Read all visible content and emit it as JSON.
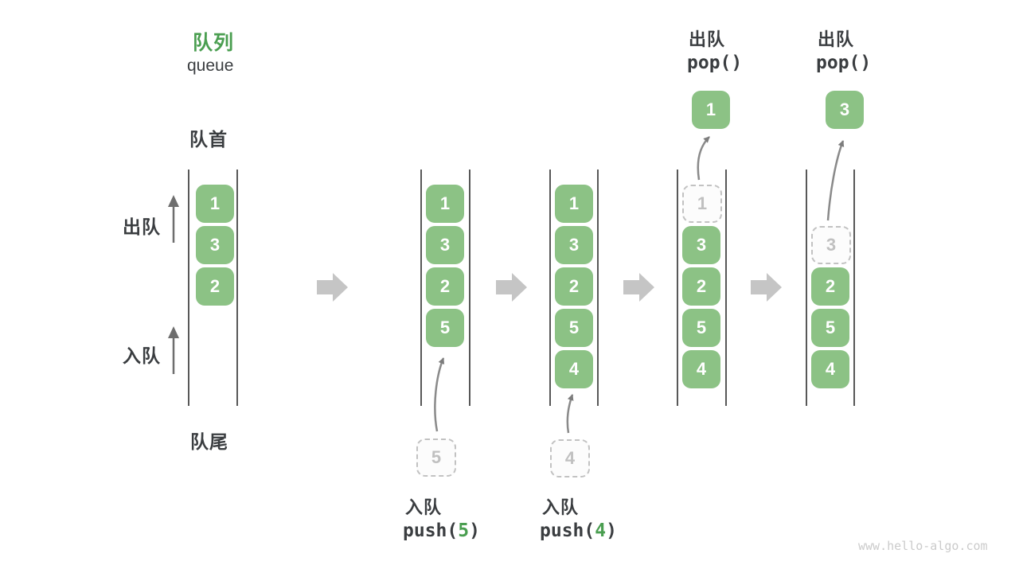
{
  "header": {
    "title_zh": "队列",
    "title_en": "queue"
  },
  "side_labels": {
    "front": "队首",
    "rear": "队尾",
    "dequeue": "出队",
    "enqueue": "入队"
  },
  "states": {
    "s1": {
      "slots": [
        "1",
        "3",
        "2"
      ]
    },
    "s2": {
      "slots": [
        "1",
        "3",
        "2",
        "5"
      ],
      "incoming": "5",
      "op_name": "入队",
      "op_call_prefix": "push(",
      "op_arg": "5",
      "op_call_suffix": ")"
    },
    "s3": {
      "slots": [
        "1",
        "3",
        "2",
        "5",
        "4"
      ],
      "incoming": "4",
      "op_name": "入队",
      "op_call_prefix": "push(",
      "op_arg": "4",
      "op_call_suffix": ")"
    },
    "s4": {
      "ghost": "1",
      "slots": [
        "3",
        "2",
        "5",
        "4"
      ],
      "popped": "1",
      "op_name": "出队",
      "op_call": "pop()"
    },
    "s5": {
      "ghost": "3",
      "slots": [
        "2",
        "5",
        "4"
      ],
      "popped": "3",
      "op_name": "出队",
      "op_call": "pop()"
    }
  },
  "watermark": "www.hello-algo.com",
  "colors": {
    "box_green": "#8CC285",
    "accent_green": "#4A9E50",
    "text_dark": "#3A3D40",
    "ghost_gray": "#C2C2C2",
    "block_arrow_gray": "#C5C5C5",
    "curve_arrow_gray": "#8A8A8A"
  }
}
